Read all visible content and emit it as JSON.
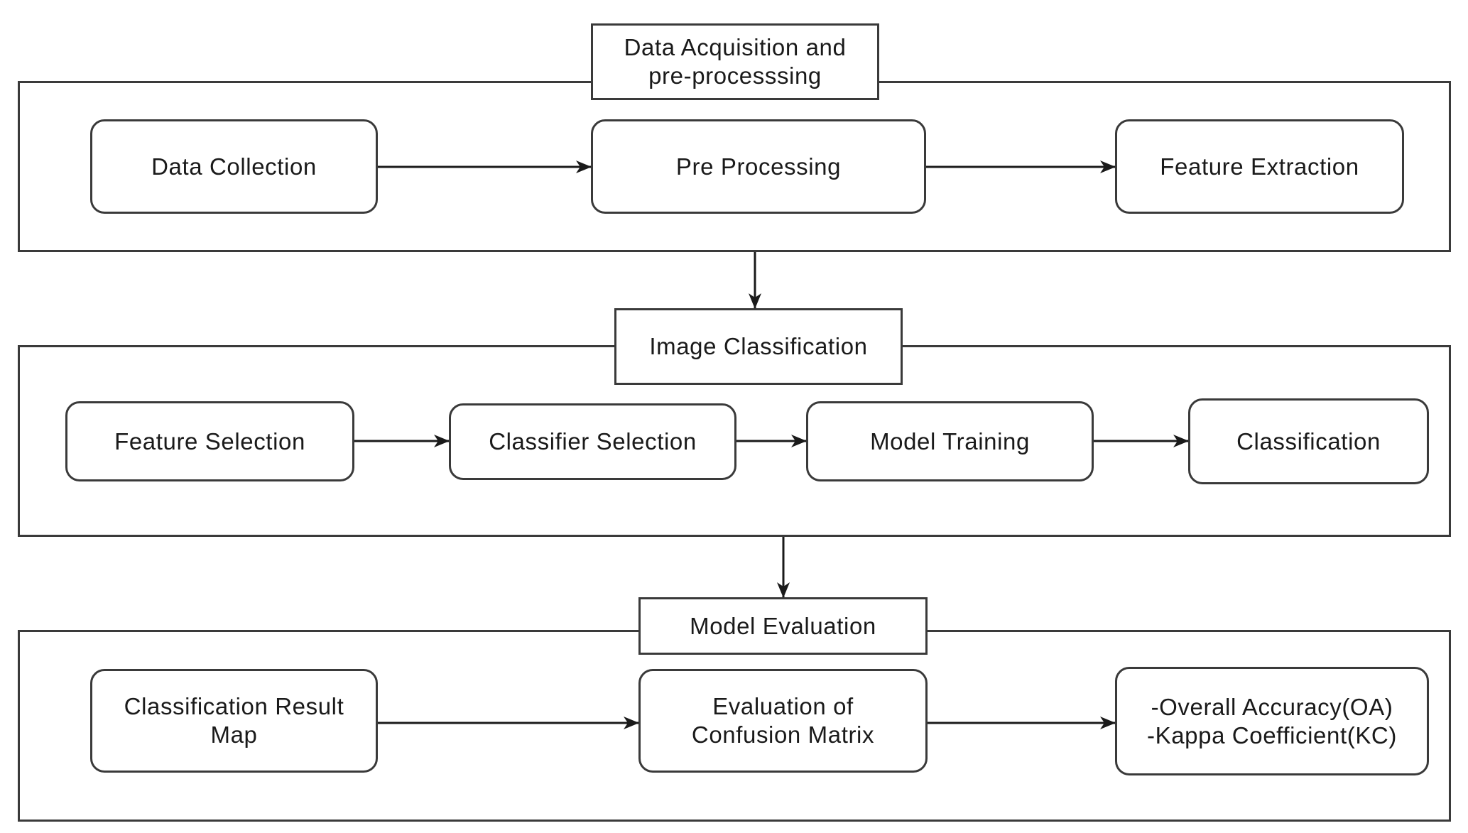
{
  "sections": [
    {
      "title": "Data Acquisition and\npre-processsing",
      "nodes": [
        "Data Collection",
        "Pre Processing",
        "Feature Extraction"
      ]
    },
    {
      "title": "Image Classification",
      "nodes": [
        "Feature Selection",
        "Classifier Selection",
        "Model Training",
        "Classification"
      ]
    },
    {
      "title": "Model Evaluation",
      "nodes": [
        "Classification Result\nMap",
        "Evaluation of\nConfusion Matrix",
        "-Overall Accuracy(OA)\n-Kappa Coefficient(KC)"
      ]
    }
  ],
  "colors": {
    "stroke": "#3a3a3a",
    "background": "#ffffff",
    "text": "#1a1a1a"
  }
}
